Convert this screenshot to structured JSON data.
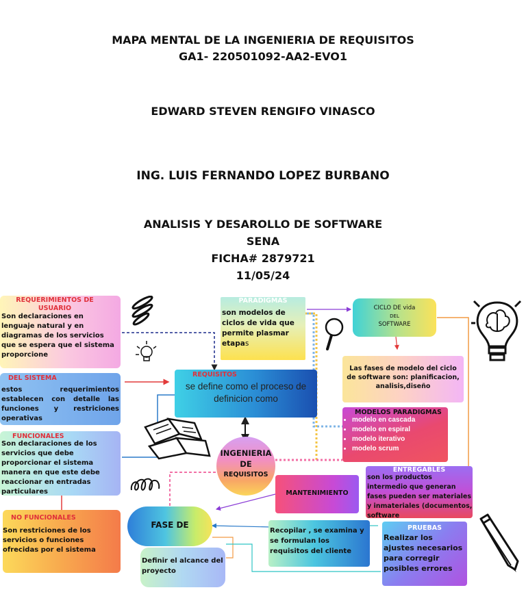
{
  "header": {
    "line1": "MAPA MENTAL  DE LA INGENIERIA DE REQUISITOS",
    "line2": "GA1- 220501092-AA2-EVO1",
    "author": "EDWARD STEVEN RENGIFO VINASCO",
    "teacher": "ING. LUIS FERNANDO LOPEZ BURBANO",
    "program": "ANALISIS Y DESAROLLO DE SOFTWARE",
    "institution": "SENA",
    "ficha": "FICHA# 2879721",
    "date": "11/05/24"
  },
  "nodes": {
    "req_usuario": {
      "title": "REQUERIMIENTOS DE USUARIO",
      "text": "Son declaraciones en lenguaje natural y en diagramas de los servicios  que se espera  que el sistema proporcione"
    },
    "del_sistema": {
      "title": "DEL SISTEMA",
      "text": "estos requerimientos establecen con detalle las funciones y restriciones operativas"
    },
    "funcionales": {
      "title": "FUNCIONALES",
      "text": "Son declaraciones de los servicios que debe proporcionar el sistema manera en que este debe reaccionar en entradas particulares"
    },
    "no_funcionales": {
      "title": "NO FUNCIONALES",
      "text": "Son restriciones  de los servicios o funciones ofrecidas por el sistema"
    },
    "requisitos": {
      "title": "REQUISITOS",
      "text": "se define como el proceso de definicion como"
    },
    "paradigmas": {
      "title": "PARADIGMAS",
      "text": "son modelos de ciclos de vida que permite plasmar etapa",
      "tail": "s"
    },
    "ciclo": {
      "line1": "CICLO DE vida",
      "line2": "DEL",
      "line3": "SOFTWARE"
    },
    "fases_modelo": {
      "text": "Las fases de modelo del ciclo de software son: planificacion, analisis,diseño"
    },
    "modelos": {
      "title": "MODELOS PARADIGMAS",
      "items": [
        "modelo en cascada",
        "modelo en espiral",
        "modelo iterativo",
        "modelo scrum"
      ]
    },
    "ingenieria": {
      "line1": "INGENIERIA",
      "line2": "DE",
      "line3": "REQUISITOS"
    },
    "entregables": {
      "title": "ENTREGABLES",
      "text": "son los productos intermedio que generan fases pueden ser materiales y inmateriales (documentos, software"
    },
    "mantenimiento": {
      "text": "MANTENIMIENTO"
    },
    "fase": {
      "text": "FASE DE"
    },
    "recopilar": {
      "text": "Recopilar , se examina y se formulan los requisitos del cliente"
    },
    "pruebas": {
      "title": "PRUEBAS",
      "text": "Realizar los ajustes necesarios para corregir posibles errores"
    },
    "definir": {
      "text": "Definir el alcance del proyecto"
    }
  },
  "icons": [
    "brain-bulb-icon",
    "lightbulb-icon",
    "magnifier-icon",
    "open-book-icon",
    "pencil-icon",
    "spring-doodle-icon",
    "tally-doodle-icon"
  ]
}
